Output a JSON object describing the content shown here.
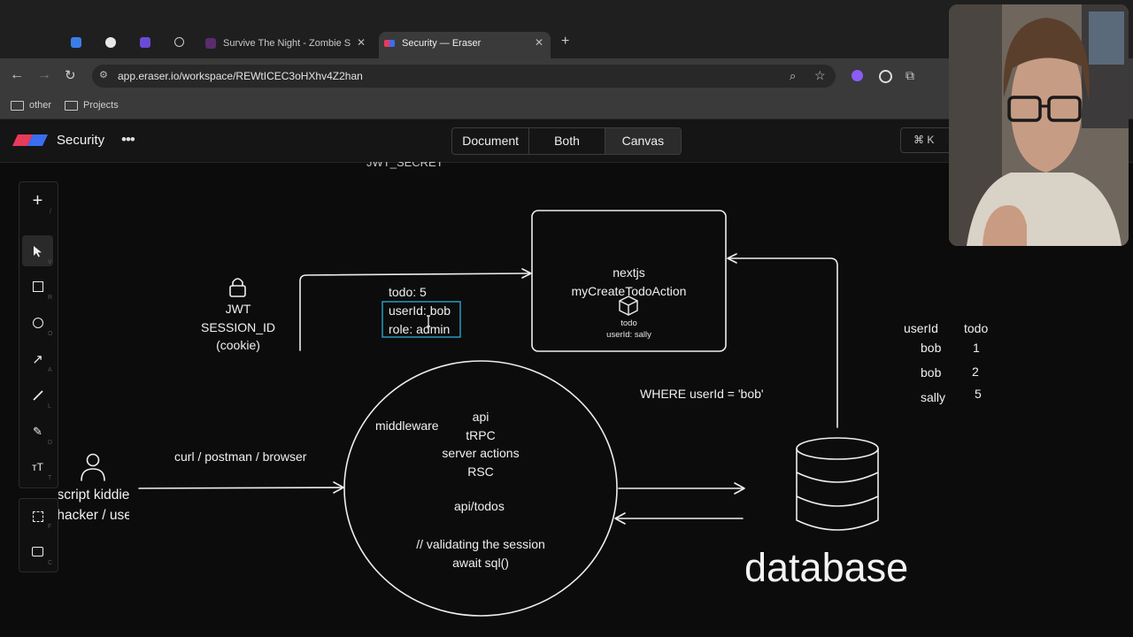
{
  "browser": {
    "tabs": [
      {
        "title": "Survive The Night - Zombie S"
      },
      {
        "title": "Security — Eraser"
      }
    ],
    "url": "app.eraser.io/workspace/REWtICEC3oHXhv4Z2han",
    "bookmarks": [
      {
        "label": "other"
      },
      {
        "label": "Projects"
      }
    ]
  },
  "app": {
    "doc_title": "Security",
    "view_modes": [
      "Document",
      "Both",
      "Canvas"
    ],
    "shortcut": "⌘ K"
  },
  "tool_keys": [
    "/",
    "V",
    "R",
    "O",
    "A",
    "L",
    "D",
    "T",
    "F",
    "C"
  ],
  "canvas": {
    "jwt_secret_partial": "JWT_SECRET",
    "jwt_lines": [
      "JWT",
      "SESSION_ID",
      "(cookie)"
    ],
    "payload_todo": "todo: 5",
    "payload_user": "userId: bob",
    "payload_role": "role: admin",
    "action_box": {
      "line1": "nextjs",
      "line2": "myCreateTodoAction",
      "entity": "todo",
      "entity_field": "userId: sally"
    },
    "server_circle": {
      "middleware": "middleware",
      "api": "api",
      "trpc": "tRPC",
      "server_actions": "server actions",
      "rsc": "RSC",
      "api_todos": "api/todos",
      "comment": "// validating the session",
      "await": "await sql()"
    },
    "client_label": "curl / postman / browser",
    "actor_line1": "script kiddie /",
    "actor_line2": "hacker / user",
    "where_clause": "WHERE userId = 'bob'",
    "database_label": "database",
    "table": {
      "headers": [
        "userId",
        "todo"
      ],
      "rows": [
        [
          "bob",
          "1"
        ],
        [
          "bob",
          "2"
        ],
        [
          "sally",
          "5"
        ]
      ]
    }
  }
}
